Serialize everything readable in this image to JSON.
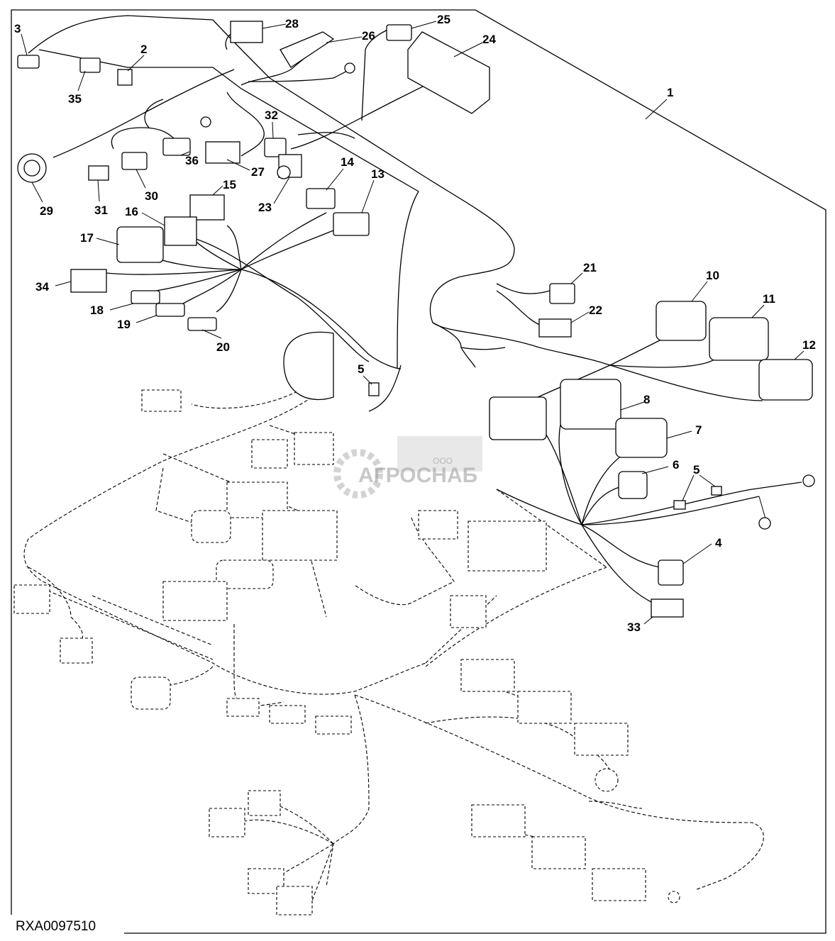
{
  "drawing_code": "RXA0097510",
  "watermark": {
    "prefix": "ООО",
    "brand": "АГРОСНАБ"
  },
  "callouts": [
    "1",
    "2",
    "3",
    "4",
    "5",
    "5",
    "6",
    "7",
    "8",
    "10",
    "11",
    "12",
    "13",
    "14",
    "15",
    "16",
    "17",
    "18",
    "19",
    "20",
    "21",
    "22",
    "23",
    "24",
    "25",
    "26",
    "27",
    "28",
    "29",
    "30",
    "31",
    "32",
    "33",
    "34",
    "35",
    "36"
  ]
}
